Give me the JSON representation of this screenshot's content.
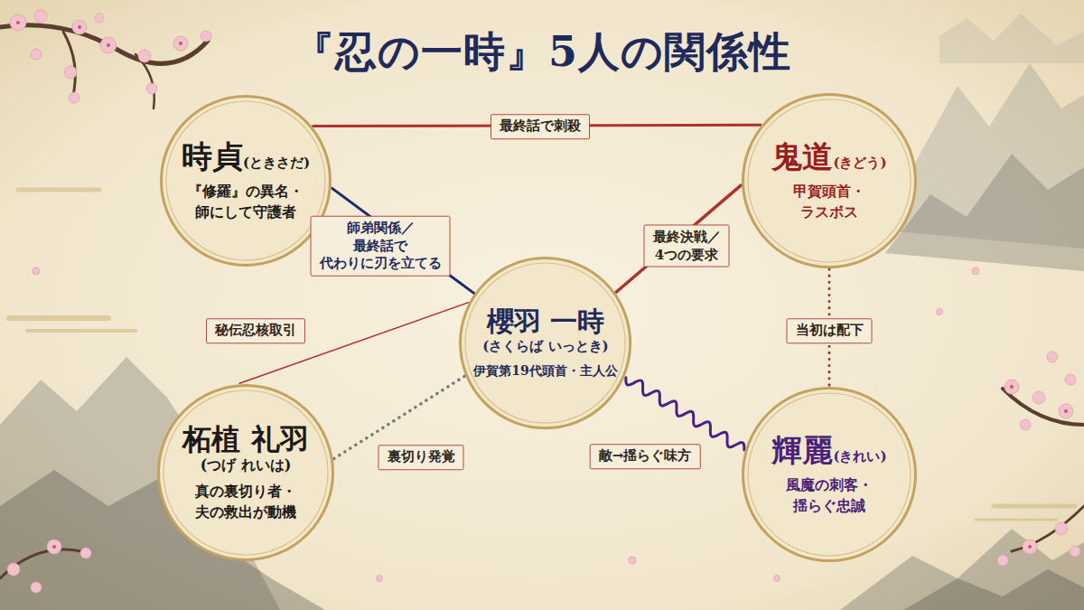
{
  "diagram": {
    "title": "『忍の一時』5人の関係性",
    "nodes": [
      {
        "text": [
          "時貞",
          "(ときさだ)",
          "『修羅』の異名・ 師にして守護者"
        ]
      },
      {
        "text": [
          "鬼道",
          "(きどう)",
          "甲賀頭首・ ラスボス"
        ]
      },
      {
        "text": [
          "櫻羽 一時",
          "(さくらば いっとき)",
          "伊賀第19代頭首・主人公"
        ]
      },
      {
        "text": [
          "柘植 礼羽",
          "(つげ れいは)",
          "真の裏切り者・ 夫の救出が動機"
        ]
      },
      {
        "text": [
          "輝麗",
          "(きれい)",
          "風魔の刺客・ 揺らぐ忠誠"
        ]
      }
    ],
    "edges": [
      {
        "from": 0,
        "to": 1,
        "arrow": "none",
        "label": "最終話で刺殺"
      },
      {
        "from": 0,
        "to": 2,
        "arrow": "none",
        "label": "師弟関係／ 最終話で 代わりに刃を立てる"
      },
      {
        "from": 1,
        "to": 2,
        "arrow": "none",
        "label": "最終決戦／ 4つの要求"
      },
      {
        "from": 3,
        "to": 2,
        "arrow": "none",
        "label": "秘伝忍核取引"
      },
      {
        "from": 1,
        "to": 4,
        "arrow": "none",
        "label": "当初は配下"
      },
      {
        "from": 3,
        "to": 2,
        "arrow": "none",
        "label": "裏切り発覚"
      },
      {
        "from": 2,
        "to": 4,
        "arrow": "none",
        "label": "敵→揺らぐ味方"
      }
    ]
  }
}
